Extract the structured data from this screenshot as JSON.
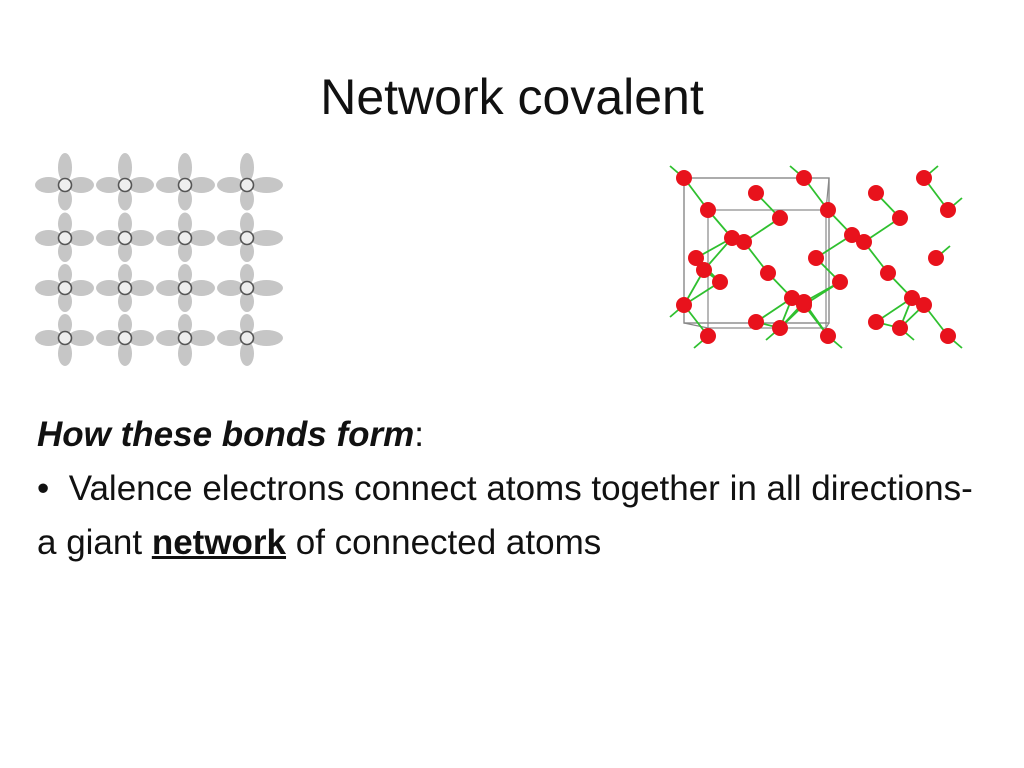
{
  "slide": {
    "title": "Network covalent",
    "heading": "How these bonds form",
    "heading_suffix": ":",
    "bullet_symbol": "•",
    "bullet_before": "Valence electrons connect atoms together in all directions- a giant",
    "bullet_emphasis": "network",
    "bullet_after": "of connected atoms"
  },
  "figures": {
    "lattice_diagram": {
      "icon": "square-lattice-orbital-diagram",
      "rows": 4,
      "cols": 4,
      "orbital_color": "#c6c6c6",
      "atom_fill": "#eeeeee",
      "atom_stroke": "#555555"
    },
    "crystal_diagram": {
      "icon": "network-crystal-structure",
      "atom_color": "#e8121c",
      "bond_color": "#2fc02f",
      "cell_color": "#888888"
    }
  }
}
